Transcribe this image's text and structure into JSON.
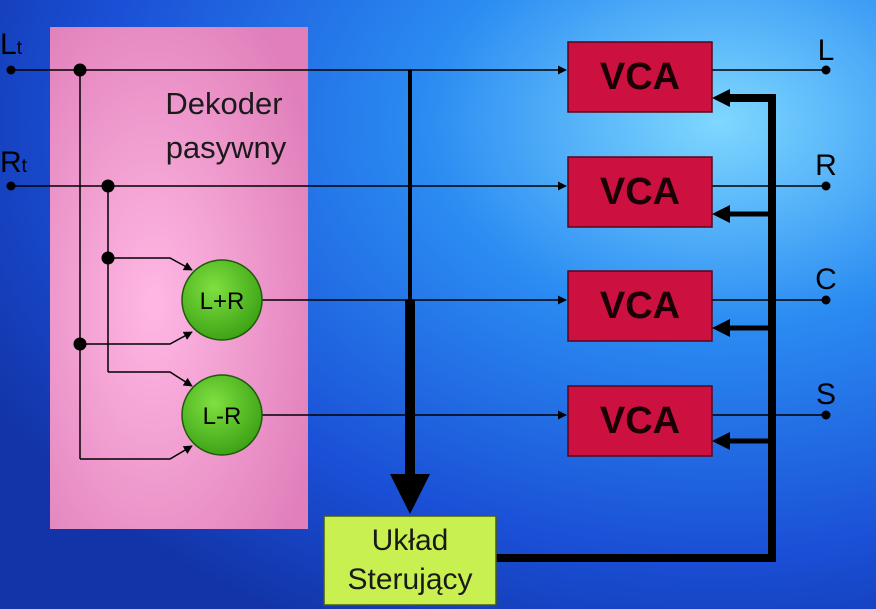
{
  "decoder": {
    "line1": "Dekoder",
    "line2": "pasywny"
  },
  "inputs": {
    "left_main": "L",
    "left_sub": "t",
    "right_main": "R",
    "right_sub": "t"
  },
  "mixers": {
    "sum": "L+R",
    "diff": "L-R"
  },
  "vca_label": "VCA",
  "outputs": [
    "L",
    "R",
    "C",
    "S"
  ],
  "control": {
    "line1": "Układ",
    "line2": "Sterujący"
  },
  "colors": {
    "background": "#1f5fe0",
    "decoder_box": "#e58ac0",
    "vca_fill": "#cc1040",
    "mixer_fill": "#5cc020",
    "control_fill": "#c8f050",
    "wire": "#000000"
  }
}
